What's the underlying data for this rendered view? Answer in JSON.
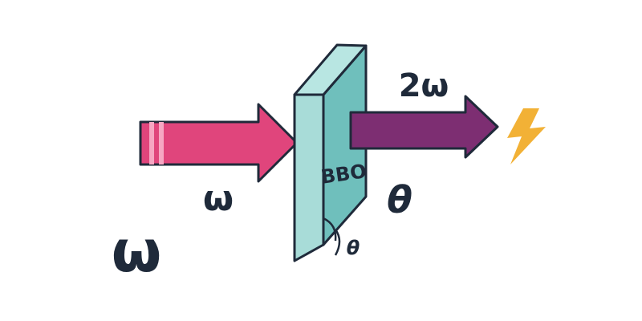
{
  "diagram": {
    "crystal_label": "BBO",
    "input_label": "ω",
    "input_label_large": "ω",
    "output_label": "2ω",
    "angle_label": "θ",
    "angle_label_small": "θ",
    "colors": {
      "input_beam": "#e0457c",
      "output_beam": "#7d2e72",
      "crystal_front": "#a8dcd8",
      "crystal_side": "#6fbfbc",
      "crystal_top": "#b8e6e2",
      "spark": "#f2b136",
      "outline": "#1f2a3a"
    }
  }
}
